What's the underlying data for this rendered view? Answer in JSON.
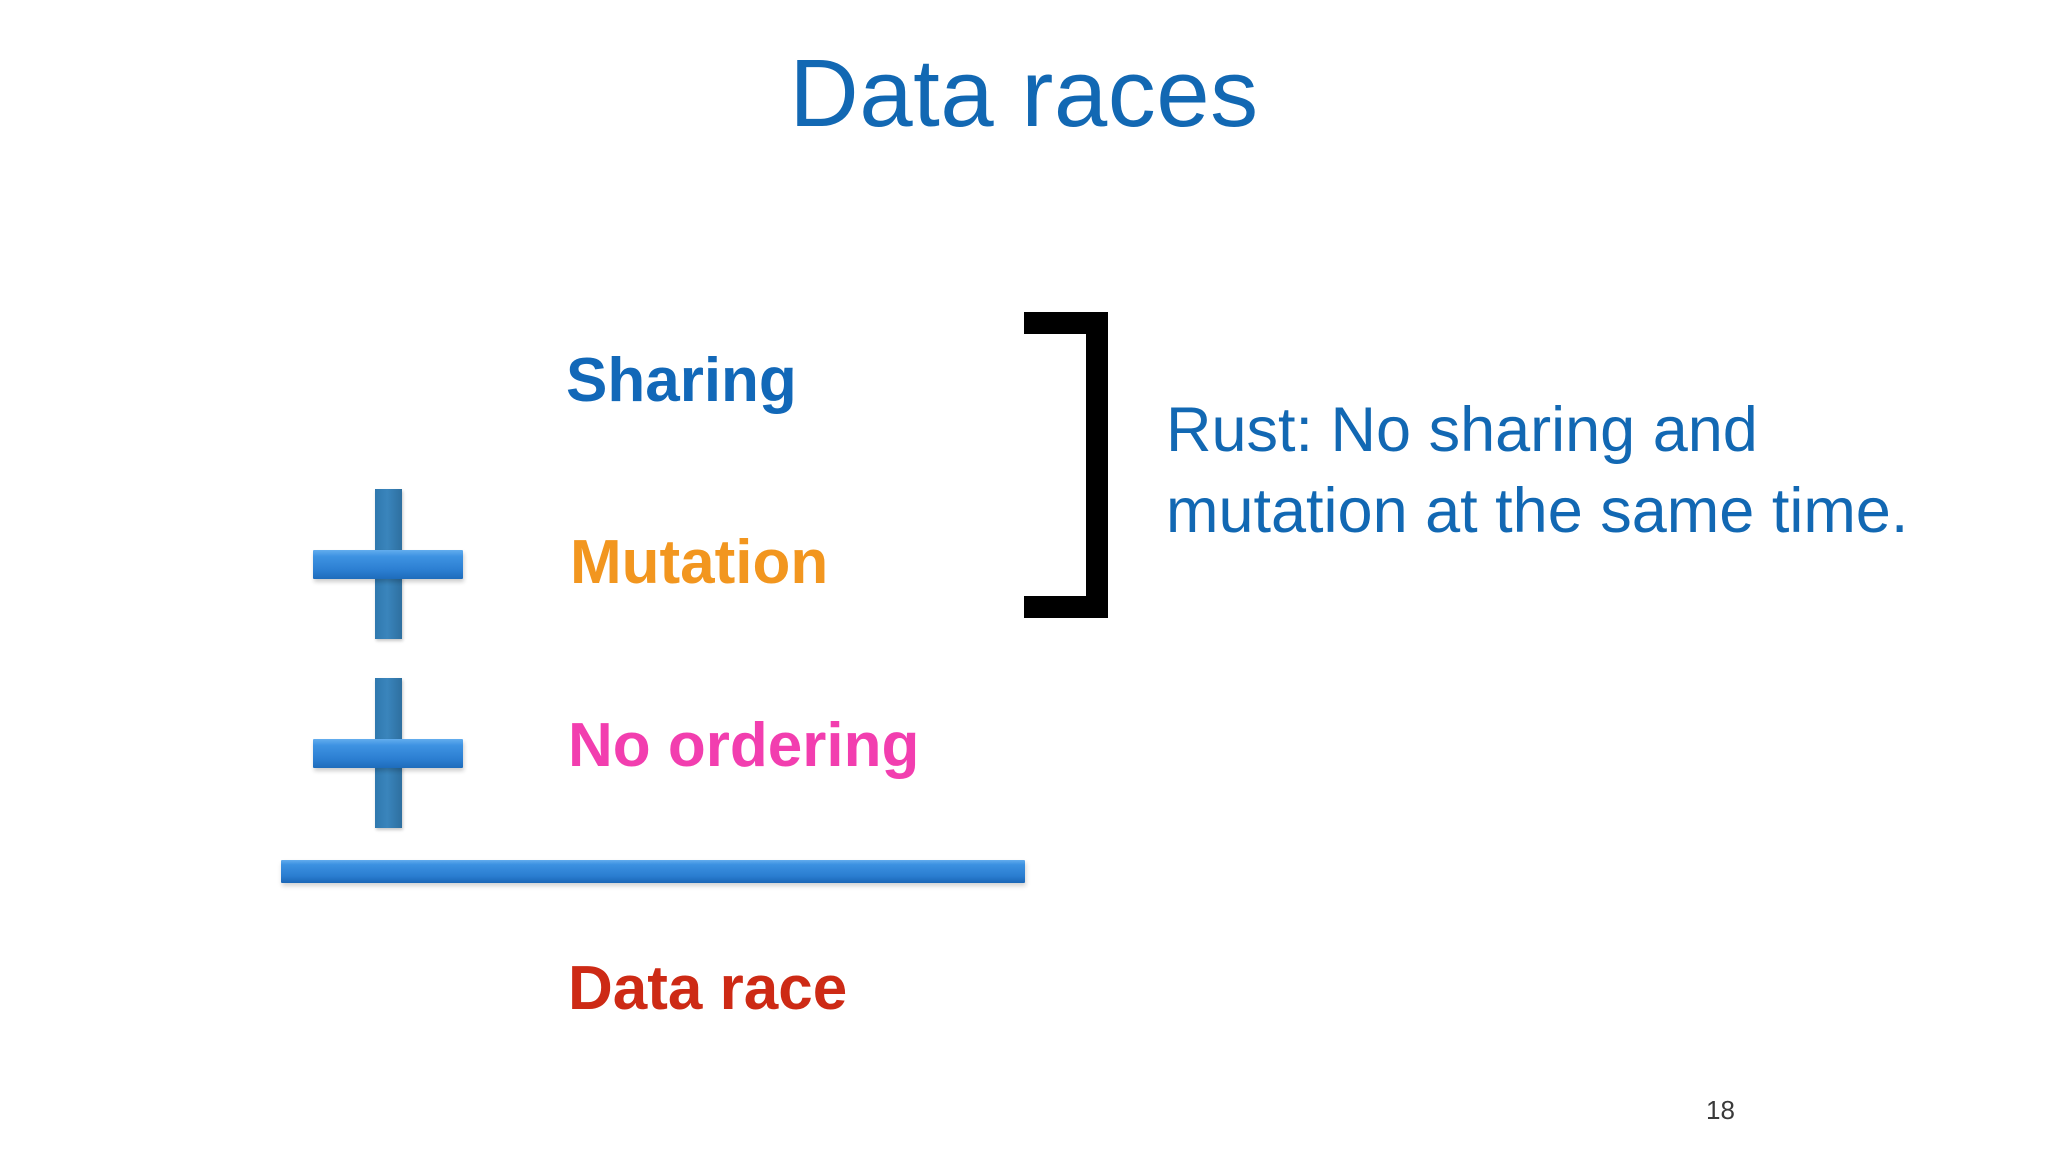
{
  "slide": {
    "title": "Data races",
    "page_number": "18",
    "background_color": "#FFFFFF",
    "title_color": "#1268B3"
  },
  "equation": {
    "terms": [
      {
        "label": "Sharing",
        "color": "#1268B8",
        "operator_before": ""
      },
      {
        "label": "Mutation",
        "color": "#F2961F",
        "operator_before": "+"
      },
      {
        "label": "No ordering",
        "color": "#F23EAF",
        "operator_before": "+"
      }
    ],
    "operators": [
      {
        "symbol": "+",
        "name": "plus-sign"
      },
      {
        "symbol": "+",
        "name": "plus-sign"
      }
    ],
    "rule_color": "#2A7DD0",
    "result": {
      "label": "Data race",
      "color": "#CD2A15"
    }
  },
  "annotation": {
    "bracket_color": "#000000",
    "bracket_covers": "Sharing + Mutation",
    "text_lines": [
      "Rust: No sharing and",
      "mutation at the same time."
    ],
    "text_color": "#1268B3"
  }
}
